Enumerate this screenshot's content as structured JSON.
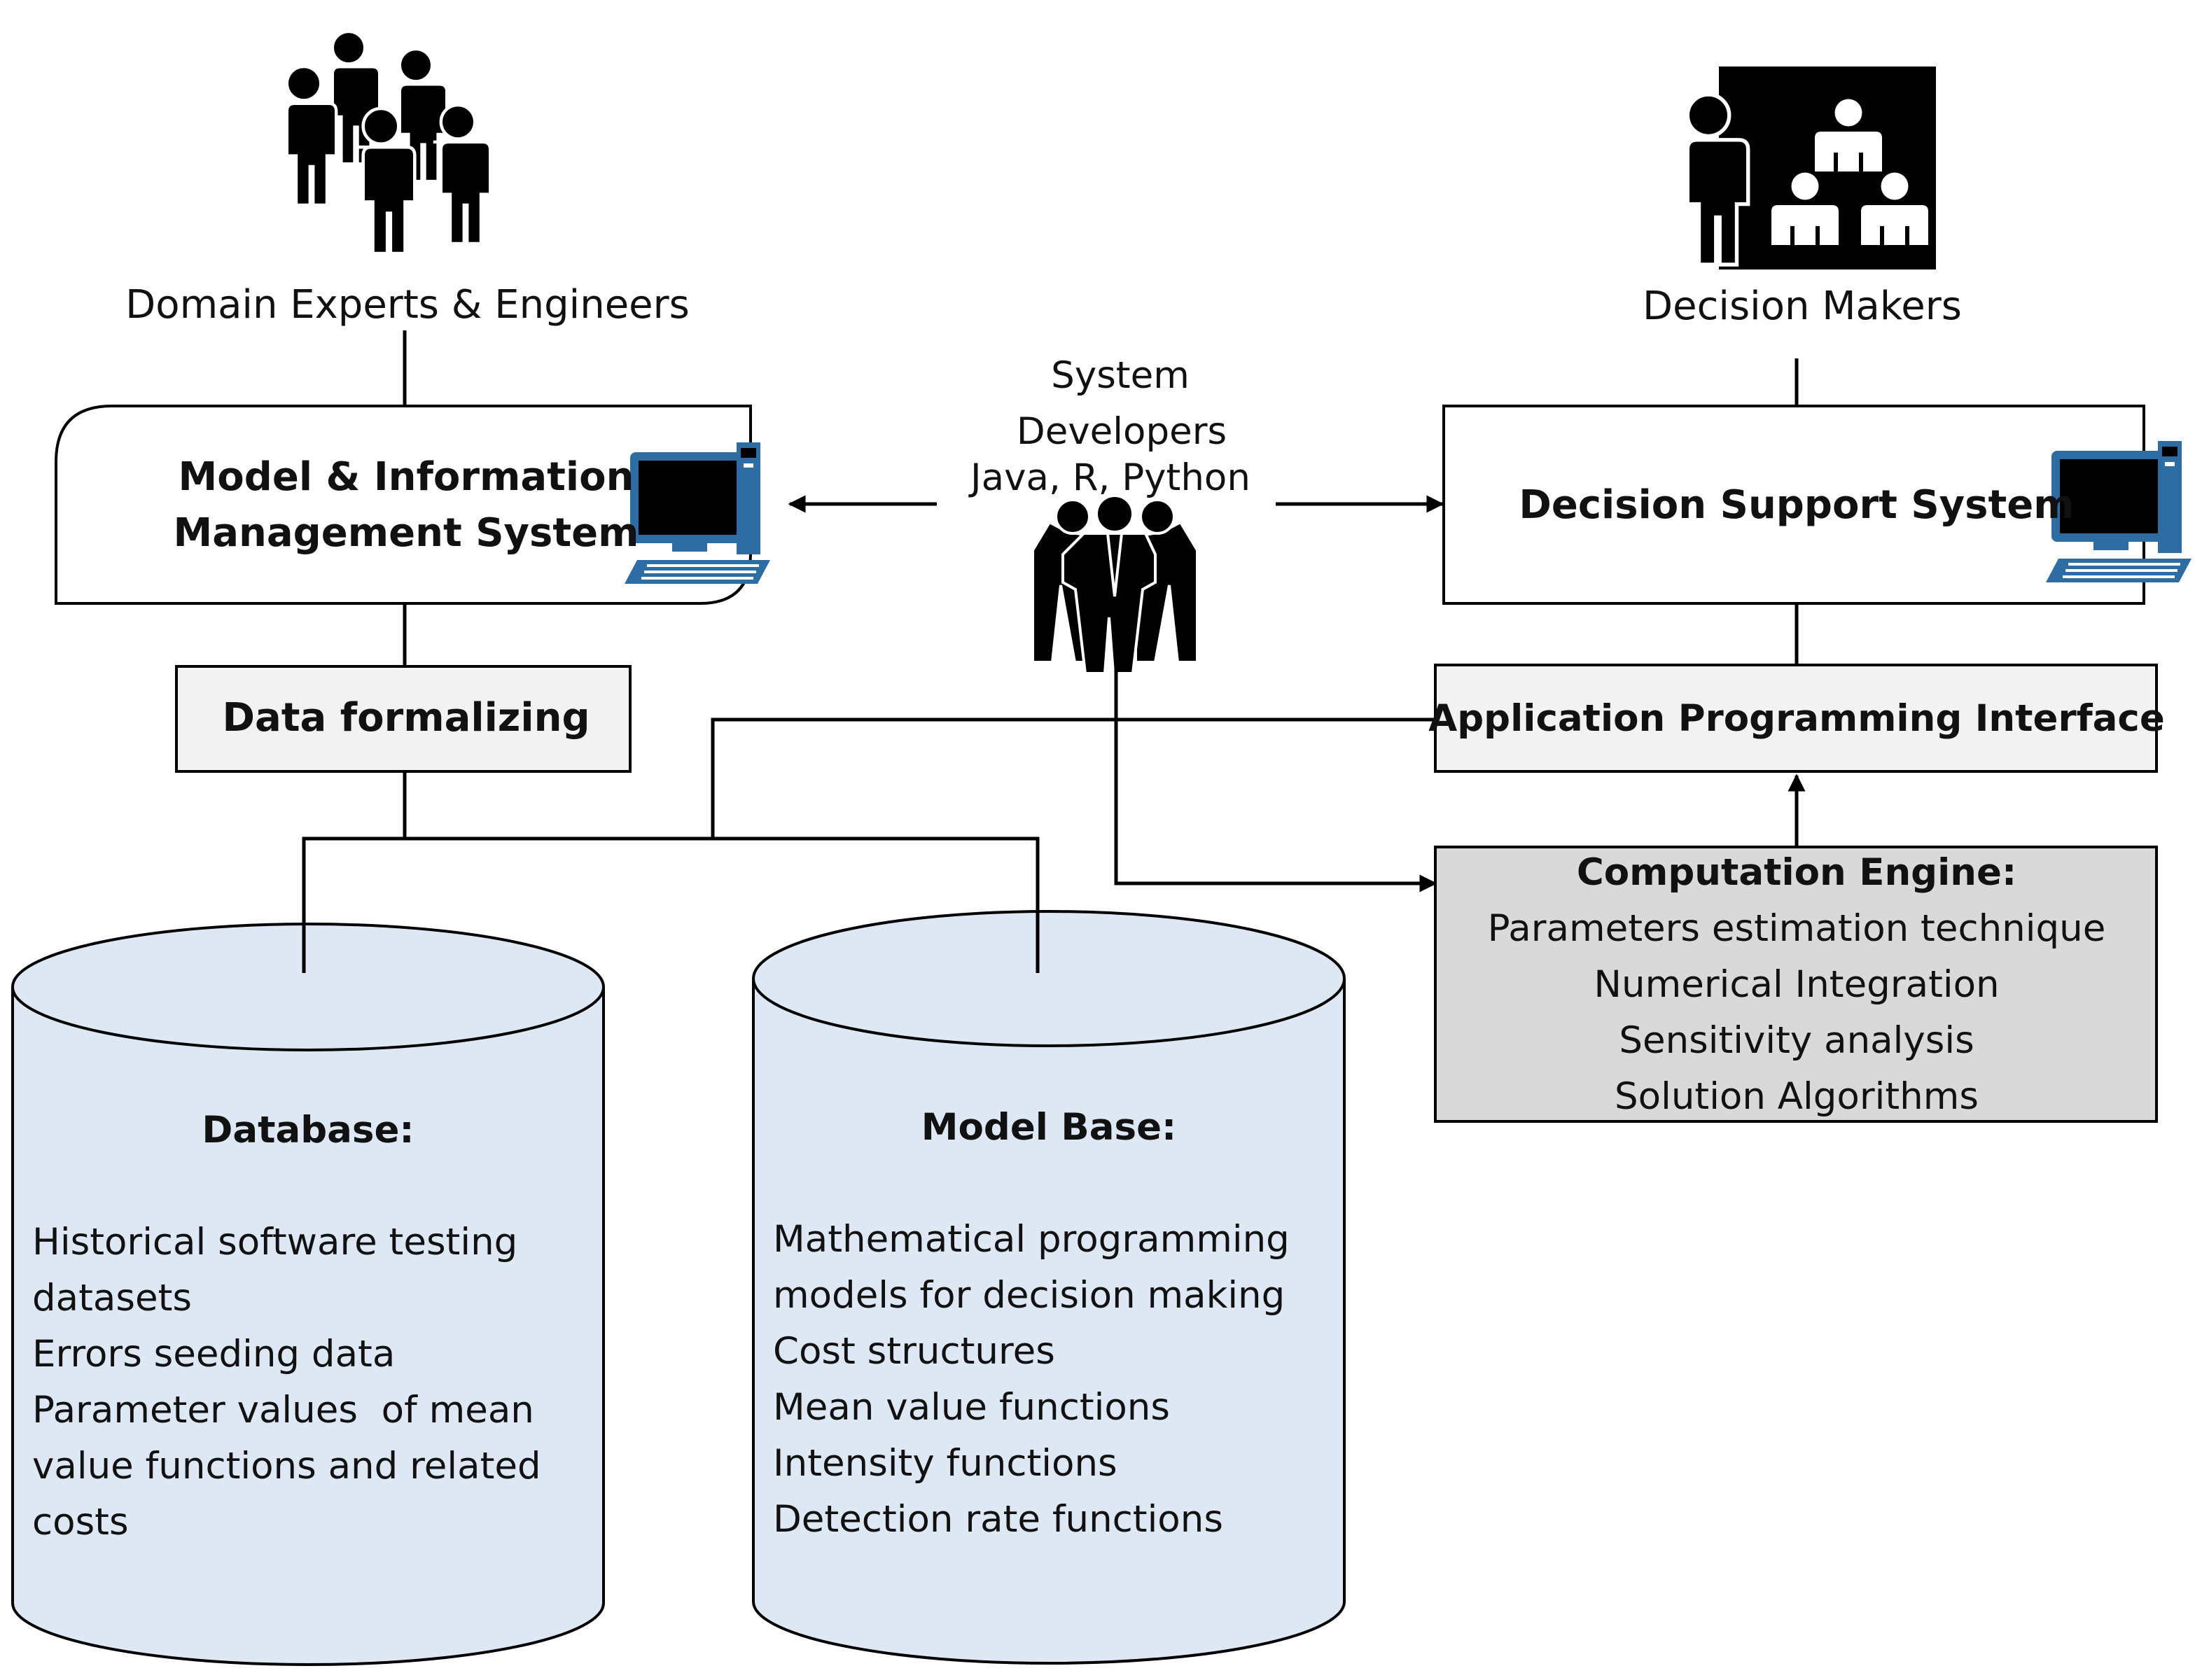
{
  "top": {
    "domain_experts_label": "Domain Experts & Engineers",
    "decision_makers_label": "Decision Makers",
    "system_developers_line1": "System",
    "system_developers_line2": "Developers",
    "system_developers_line3": "Java, R, Python"
  },
  "boxes": {
    "mims_line1": "Model & Information",
    "mims_line2": "Management System",
    "dss": "Decision Support System",
    "data_formalizing": "Data formalizing",
    "api": "Application Programming Interface"
  },
  "engine": {
    "title": "Computation Engine:",
    "items": [
      "Parameters estimation technique",
      "Numerical Integration",
      "Sensitivity analysis",
      "Solution Algorithms"
    ]
  },
  "database": {
    "title": "Database:",
    "lines": [
      "Historical software testing",
      "datasets",
      "Errors seeding data",
      "Parameter values  of mean",
      "value functions and related",
      "costs"
    ]
  },
  "model_base": {
    "title": "Model Base:",
    "lines": [
      "Mathematical programming",
      "models for decision making",
      "Cost structures",
      "Mean value functions",
      "Intensity functions",
      "Detection rate functions"
    ]
  },
  "colors": {
    "cylinder_fill": "#dde8f4",
    "engine_fill": "#d9d9d9",
    "box_fill": "#f2f2f2",
    "monitor_blue": "#2e6da4"
  }
}
